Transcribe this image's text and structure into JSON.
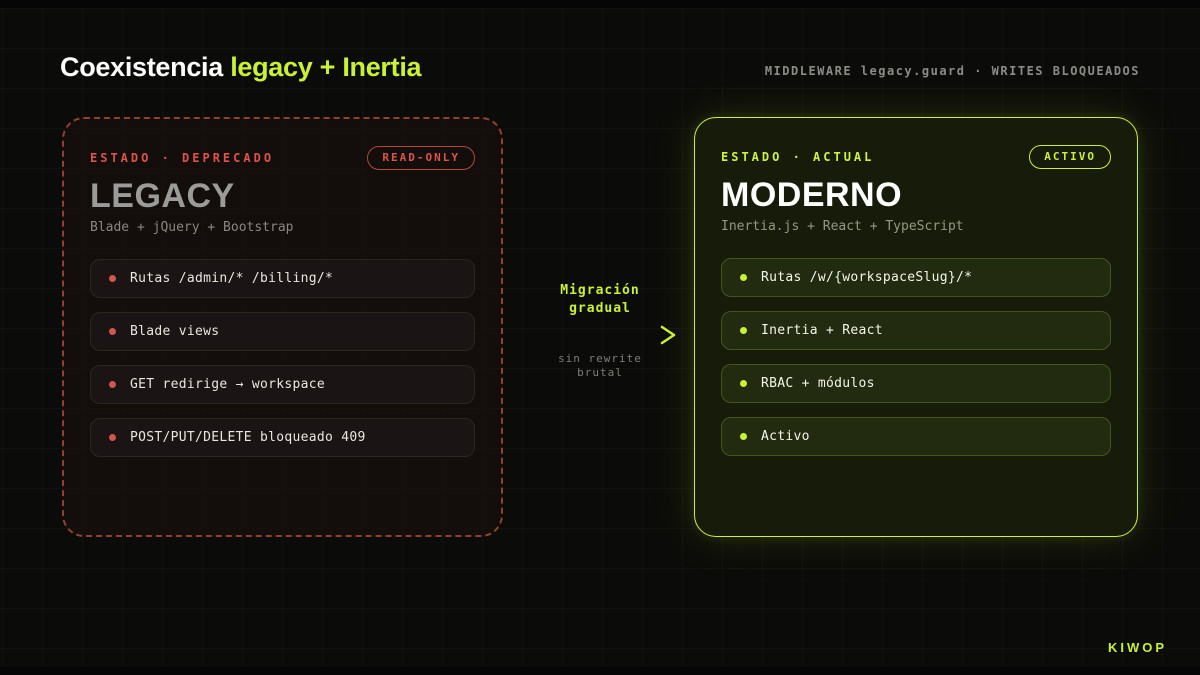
{
  "header": {
    "title_white": "Coexistencia ",
    "title_accent": "legacy + Inertia",
    "meta": "MIDDLEWARE legacy.guard · WRITES BLOQUEADOS"
  },
  "legacy_panel": {
    "eyebrow": "ESTADO · DEPRECADO",
    "badge": "READ-ONLY",
    "title": "LEGACY",
    "subtitle": "Blade + jQuery + Bootstrap",
    "items": [
      "Rutas /admin/* /billing/*",
      "Blade views",
      "GET redirige → workspace",
      "POST/PUT/DELETE bloqueado 409"
    ]
  },
  "migration": {
    "label_line1": "Migración",
    "label_line2": "gradual",
    "note_line1": "sin rewrite",
    "note_line2": "brutal"
  },
  "modern_panel": {
    "eyebrow": "ESTADO · ACTUAL",
    "badge": "ACTIVO",
    "title": "MODERNO",
    "subtitle": "Inertia.js + React + TypeScript",
    "items": [
      "Rutas /w/{workspaceSlug}/*",
      "Inertia + React",
      "RBAC + módulos",
      "Activo"
    ]
  },
  "footer": {
    "brand": "KIWOP"
  },
  "colors": {
    "accent": "#c9f232",
    "danger": "#dd5547",
    "background": "#0b0b09",
    "legacy_border": "#93402e"
  }
}
